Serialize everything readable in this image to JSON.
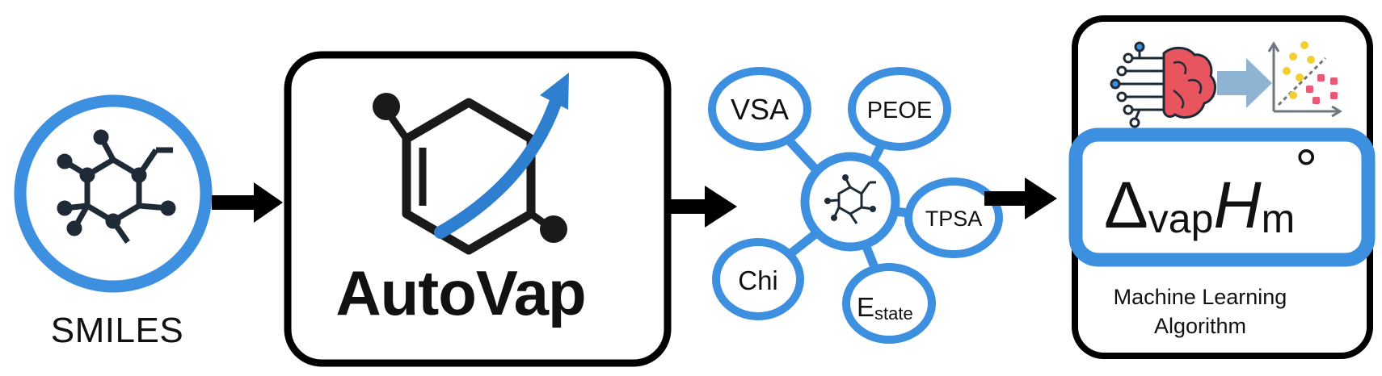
{
  "input": {
    "label": "SMILES",
    "icon": "molecule-icon"
  },
  "tool": {
    "name": "AutoVap",
    "icon": "cyclohexene-rising-arrow-icon"
  },
  "descriptors": {
    "center_icon": "molecule-icon",
    "items": [
      "VSA",
      "PEOE",
      "TPSA",
      "Chi"
    ],
    "estate": {
      "base": "E",
      "subscript": "state"
    }
  },
  "model": {
    "icons": [
      "neural-brain-icon",
      "scatter-plot-icon"
    ],
    "target": {
      "symbol": "Δ",
      "sub1": "vap",
      "italic": "H",
      "sub2": "m",
      "sup": "°"
    },
    "caption_line1": "Machine Learning",
    "caption_line2": "Algorithm"
  },
  "colors": {
    "accent_blue": "#3d8fe0",
    "dark": "#1e2a36",
    "arrow": "#000000"
  }
}
